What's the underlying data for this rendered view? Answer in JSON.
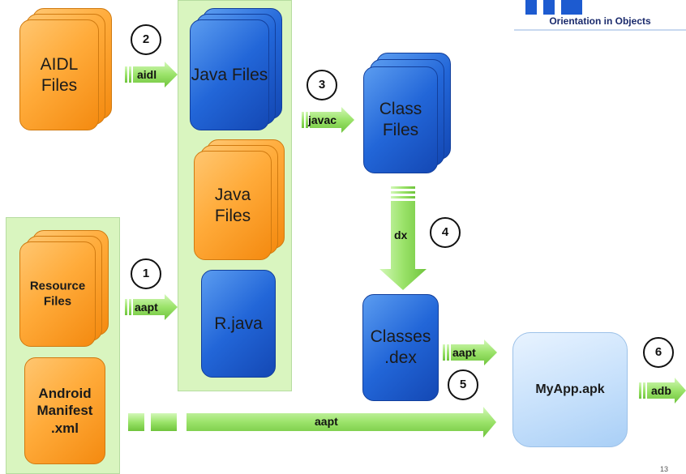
{
  "logo": {
    "text": "Orientation in Objects"
  },
  "files": {
    "aidl": "AIDL Files",
    "java1": "Java Files",
    "java2": "Java Files",
    "rjava": "R.java",
    "class": "Class Files",
    "classes_dex": "Classes .dex",
    "resource": "Resource Files",
    "manifest": "Android Manifest .xml",
    "apk": "MyApp.apk"
  },
  "steps": {
    "aidl": {
      "number": "2",
      "tool": "aidl"
    },
    "javac": {
      "number": "3",
      "tool": "javac"
    },
    "dx": {
      "number": "4",
      "tool": "dx"
    },
    "aapt_res": {
      "number": "1",
      "tool": "aapt"
    },
    "aapt_dex": {
      "number": "5",
      "tool": "aapt"
    },
    "adb": {
      "number": "6",
      "tool": "adb"
    },
    "aapt_manifest": {
      "tool": "aapt"
    }
  },
  "colors": {
    "orange": "#ffab3a",
    "blue": "#2266d8",
    "green_panel": "#d9f5bf",
    "arrow": "#9be36a",
    "apk": "#c6e0fb"
  },
  "page_number": "13"
}
